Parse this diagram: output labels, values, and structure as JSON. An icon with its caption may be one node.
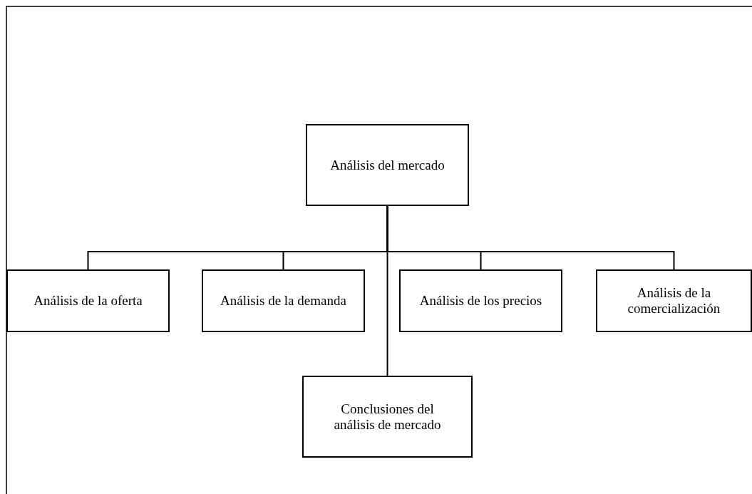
{
  "diagram": {
    "nodes": [
      {
        "text": [
          "Análisis del mercado"
        ]
      },
      {
        "text": [
          "Análisis de la oferta"
        ]
      },
      {
        "text": [
          "Análisis de la demanda"
        ]
      },
      {
        "text": [
          "Análisis de los precios"
        ]
      },
      {
        "text": [
          "Análisis de la comercialización"
        ]
      },
      {
        "text": [
          "Conclusiones del análisis de mercado"
        ]
      }
    ],
    "edges": [
      {
        "from": 0,
        "to": 1,
        "arrow": "none"
      },
      {
        "from": 0,
        "to": 2,
        "arrow": "none"
      },
      {
        "from": 0,
        "to": 3,
        "arrow": "none"
      },
      {
        "from": 0,
        "to": 4,
        "arrow": "none"
      },
      {
        "from": 0,
        "to": 5,
        "arrow": "none"
      }
    ]
  }
}
